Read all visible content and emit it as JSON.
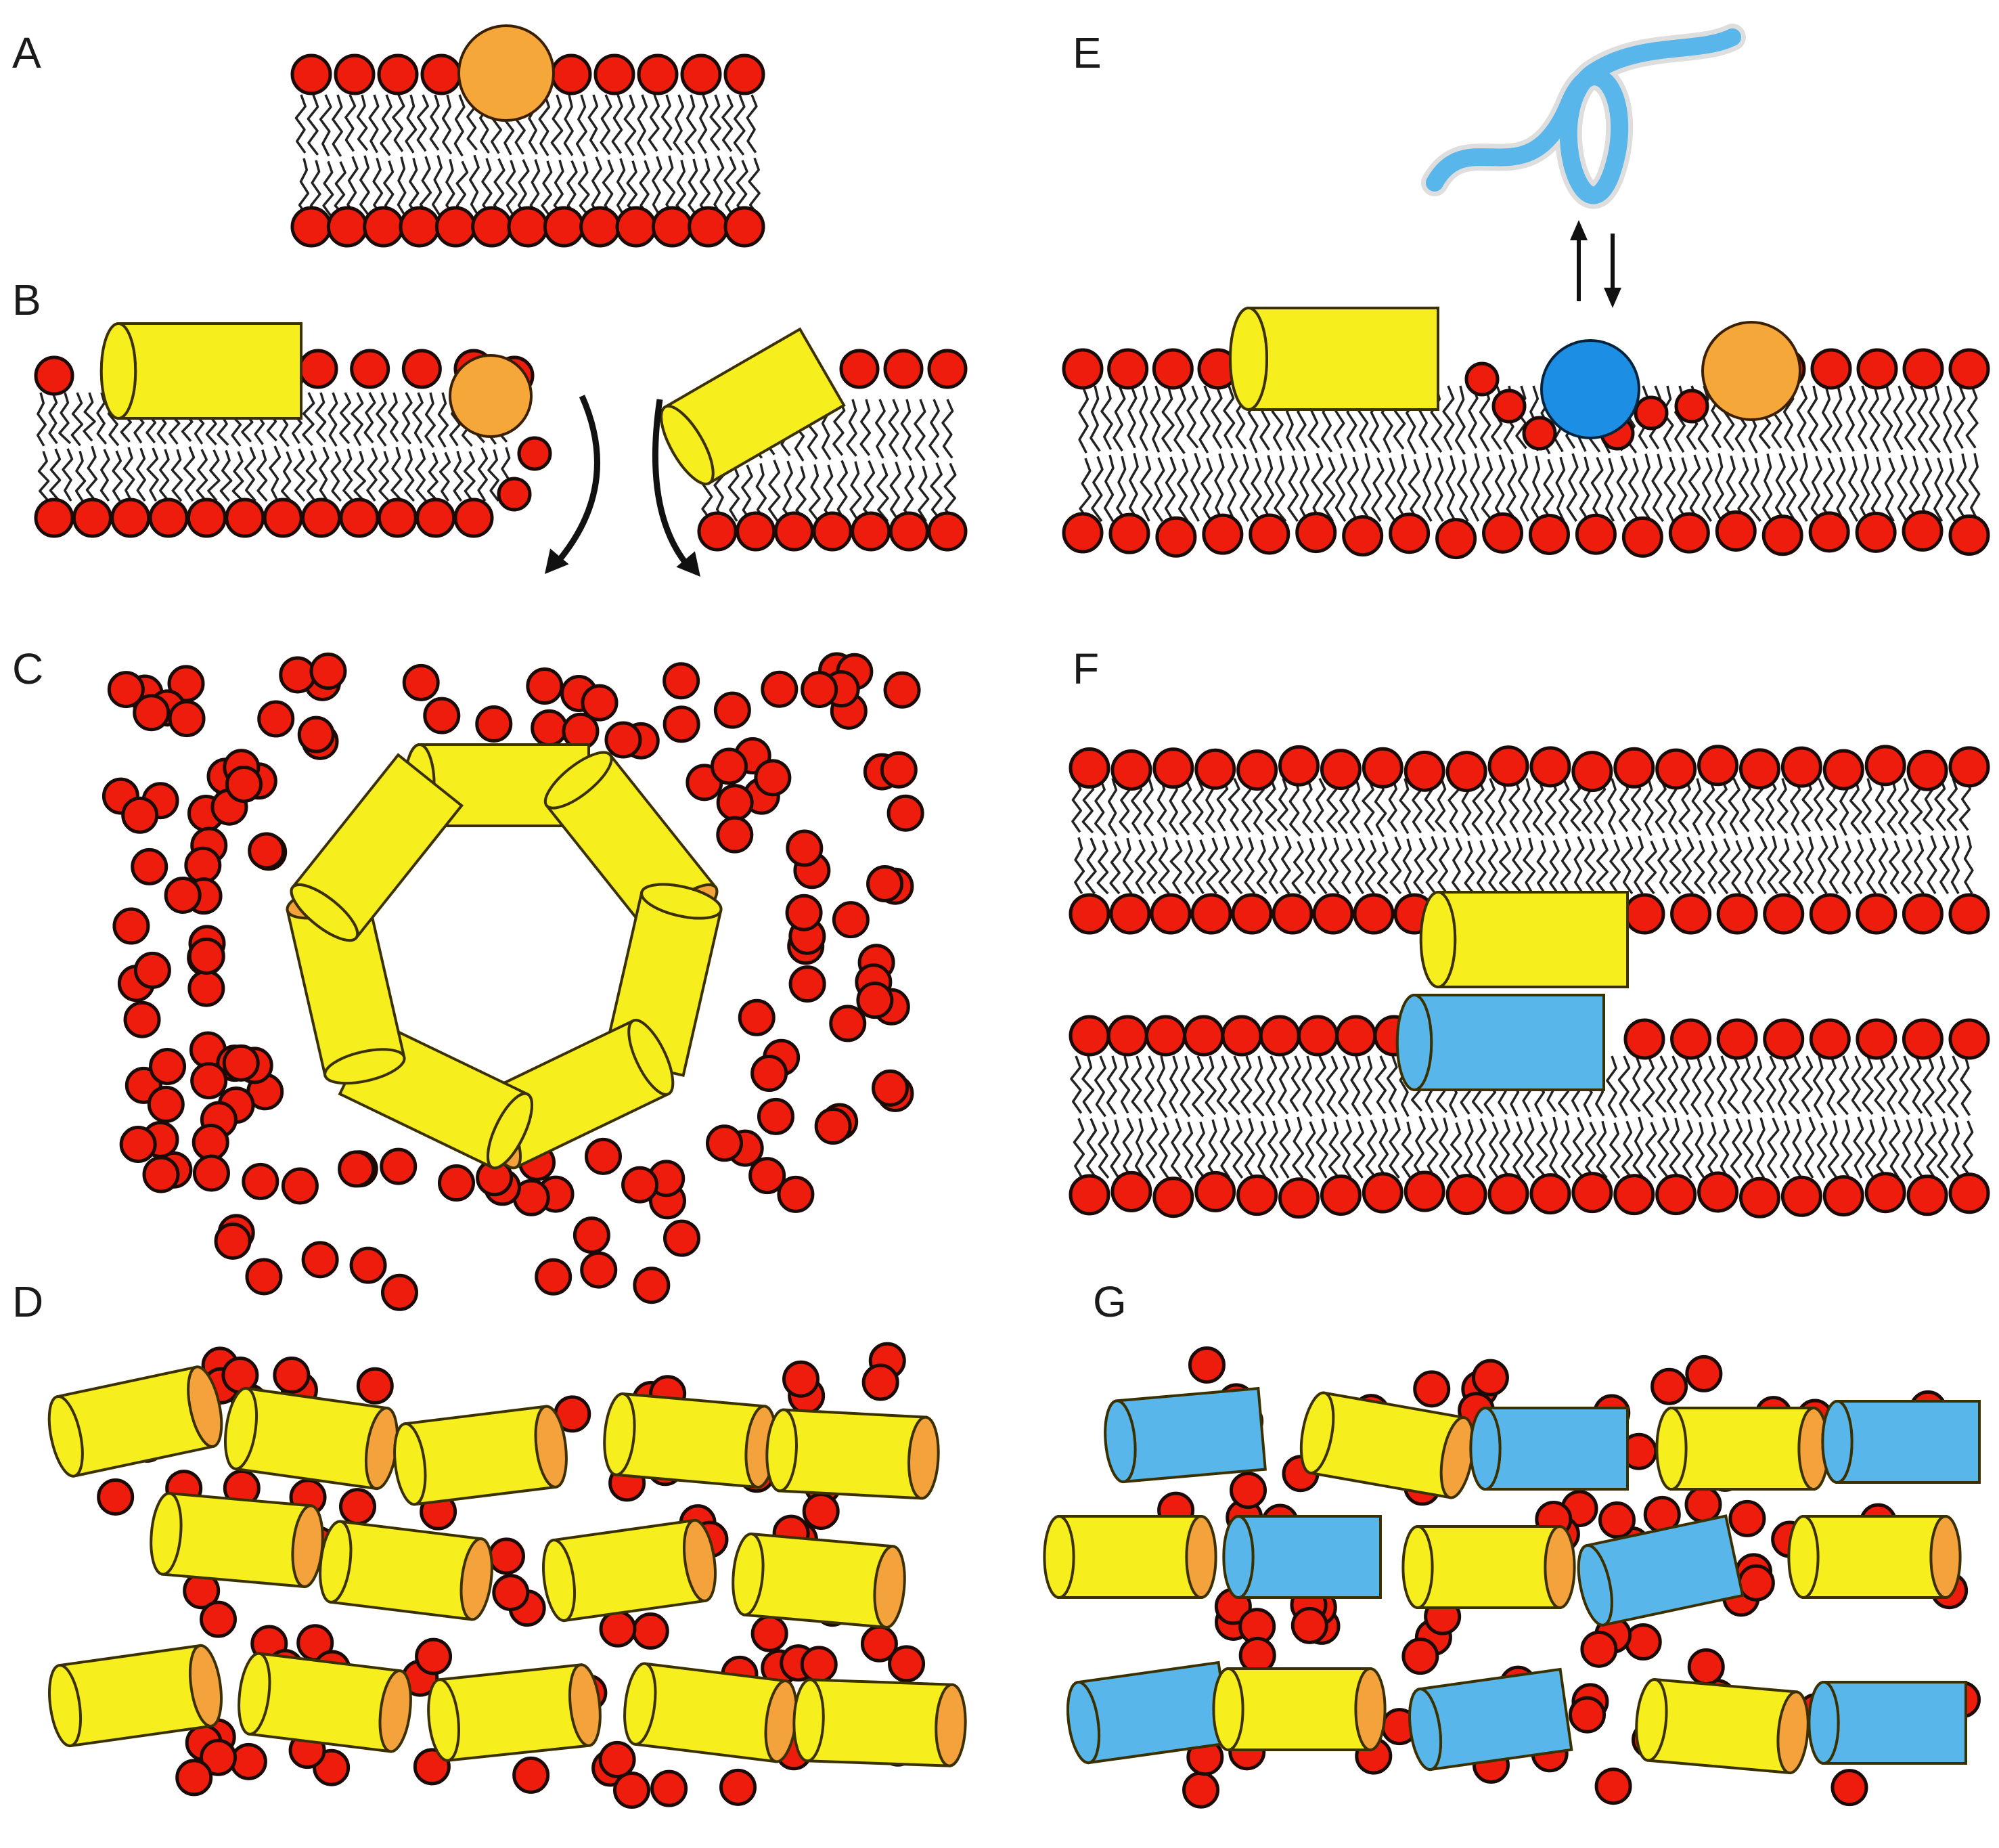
{
  "panels": [
    {
      "id": "A",
      "label": "A"
    },
    {
      "id": "B",
      "label": "B"
    },
    {
      "id": "C",
      "label": "C"
    },
    {
      "id": "D",
      "label": "D"
    },
    {
      "id": "E",
      "label": "E"
    },
    {
      "id": "F",
      "label": "F"
    },
    {
      "id": "G",
      "label": "G"
    }
  ],
  "colors": {
    "lipid_head": "#ee1c0c",
    "lipid_outline": "#1b0a05",
    "lipid_tail": "#222222",
    "peptide_yellow": "#f7ee1e",
    "peptide_yellow_end": "#f3a23c",
    "peptide_blue": "#58b6ea",
    "peptide_blue_end": "#1a8fe0",
    "small_molecule_orange": "#f5a73a",
    "small_molecule_blue": "#1c8fe5",
    "arrow": "#111111"
  }
}
